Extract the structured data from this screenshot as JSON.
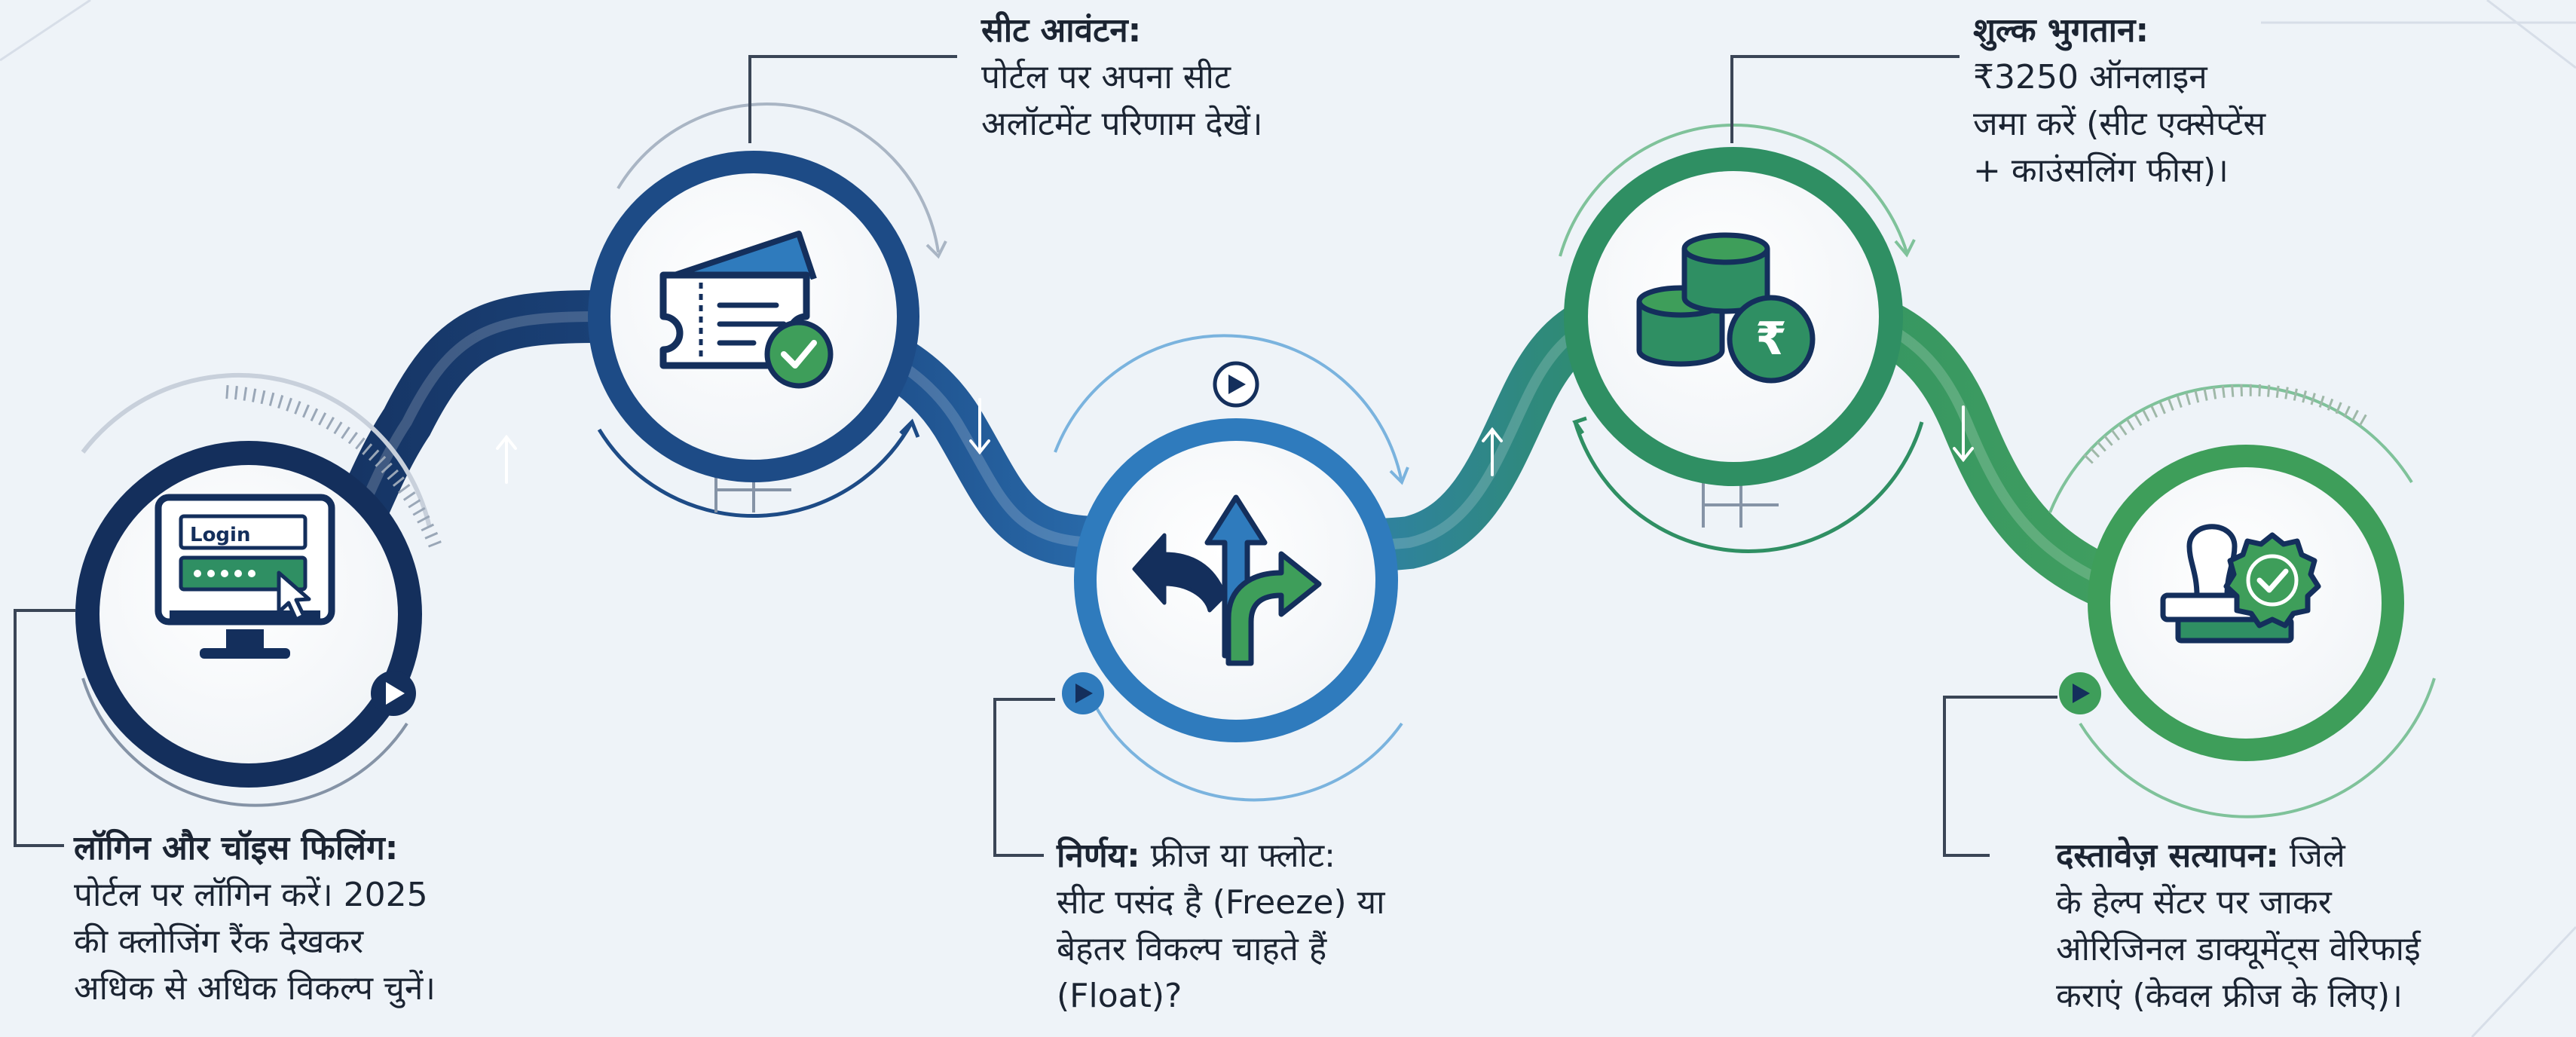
{
  "steps": [
    {
      "id": "login",
      "title": "लॉगिन और चॉइस फिलिंग:",
      "lines": [
        "पोर्टल पर लॉगिन करें। 2025",
        "की क्लोजिंग रैंक देखकर",
        "अधिक से अधिक विकल्प चुनें।"
      ],
      "icon": "login-monitor-icon",
      "icon_label": "Login",
      "color": "#142f5c"
    },
    {
      "id": "seat-allotment",
      "title": "सीट आवंटन:",
      "lines": [
        "पोर्टल पर अपना सीट",
        "अलॉटमेंट परिणाम देखें।"
      ],
      "icon": "ticket-check-icon",
      "color": "#1d4b86"
    },
    {
      "id": "decision",
      "title": "निर्णय:",
      "title_rest": "फ्रीज या फ्लोट:",
      "lines": [
        "सीट पसंद है (Freeze) या",
        "बेहतर विकल्प चाहते हैं",
        "(Float)?"
      ],
      "icon": "split-arrows-icon",
      "color": "#2f7bbd"
    },
    {
      "id": "fee-payment",
      "title": "शुल्क भुगतान:",
      "lines": [
        "₹3250 ऑनलाइन",
        "जमा करें (सीट एक्सेप्टेंस",
        "+ काउंसलिंग फीस)।"
      ],
      "icon": "rupee-coins-icon",
      "color": "#2f8f63"
    },
    {
      "id": "document-verification",
      "title": "दस्तावेज़ सत्यापन:",
      "title_rest": "जिले",
      "lines": [
        "के हेल्प सेंटर पर जाकर",
        "ओरिजिनल डाक्यूमेंट्स वेरिफाई",
        "कराएं (केवल फ्रीज के लिए)।"
      ],
      "icon": "stamp-check-icon",
      "color": "#3e9e5a"
    }
  ],
  "colors": {
    "navy": "#142f5c",
    "blue": "#2f7bbd",
    "green": "#3e9e5a",
    "text": "#1b2432",
    "bg": "#eef3f8"
  }
}
